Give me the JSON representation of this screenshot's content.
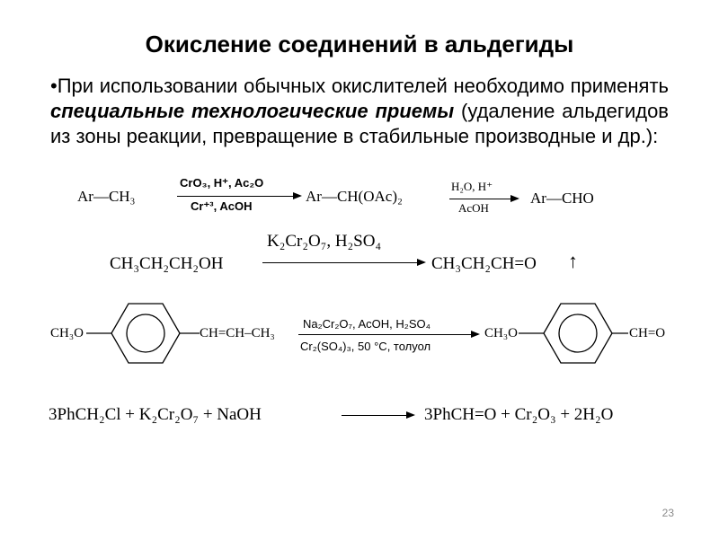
{
  "slide": {
    "title": "Окисление соединений в альдегиды",
    "bullet": {
      "marker": "•",
      "text_1": "При использовании обычных окислителей необходимо применять ",
      "text_emphasis": "специальные технологические приемы",
      "text_2": " (удаление альдегидов из зоны реакции, превращение в стабильные производные и др.):"
    },
    "page_number": "23"
  },
  "reaction1": {
    "reactant": "Ar—CH₃",
    "step1_above": "CrO₃, H⁺, Ac₂O",
    "step1_below": "Cr⁺³, AcOH",
    "intermediate": "Ar—CH(OAc)₂",
    "step2_above": "H₂O, H⁺",
    "step2_below": "AcOH",
    "product": "Ar—CHO"
  },
  "reaction2": {
    "reagents": "K₂Cr₂O₇, H₂SO₄",
    "reactant": "CH₃CH₂CH₂OH",
    "product": "CH₃CH₂CH=O",
    "gas_symbol": "↑"
  },
  "reaction3": {
    "reactant_left": "CH₃O",
    "reactant_right": "CH=CH–CH₃",
    "conditions_above": "Na₂Cr₂O₇, AcOH, H₂SO₄",
    "conditions_below": "Cr₂(SO₄)₃, 50 °C, толуол",
    "product_left": "CH₃O",
    "product_right": "CH=O"
  },
  "reaction4": {
    "reactants": "3PhCH₂Cl + K₂Cr₂O₇ + NaOH",
    "products": "3PhCH=O + Cr₂O₃ + 2H₂O"
  }
}
